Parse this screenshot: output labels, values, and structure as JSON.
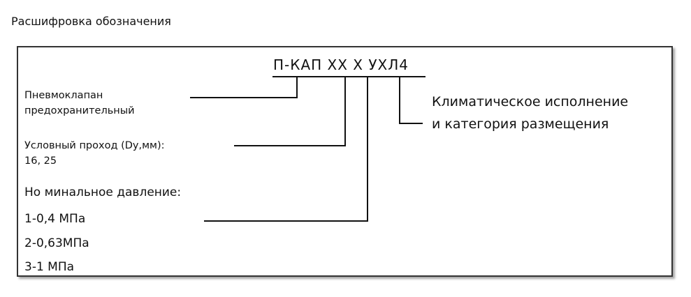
{
  "caption": "Расшифровка обозначения",
  "diagram": {
    "code": "П-КАП ХХ Х УХЛ4",
    "labels": {
      "valve_type": [
        "Пневмоклапан",
        "предохранительный"
      ],
      "nominal_bore": {
        "title": "Условный проход (Dу,мм):",
        "values": "16, 25"
      },
      "nominal_pressure": {
        "title": "Но минальное давление:",
        "options": [
          "1-0,4 МПа",
          "2-0,63МПа",
          "3-1 МПа"
        ]
      },
      "climate": [
        "Климатическое исполнение",
        "и категория размещения"
      ]
    }
  }
}
